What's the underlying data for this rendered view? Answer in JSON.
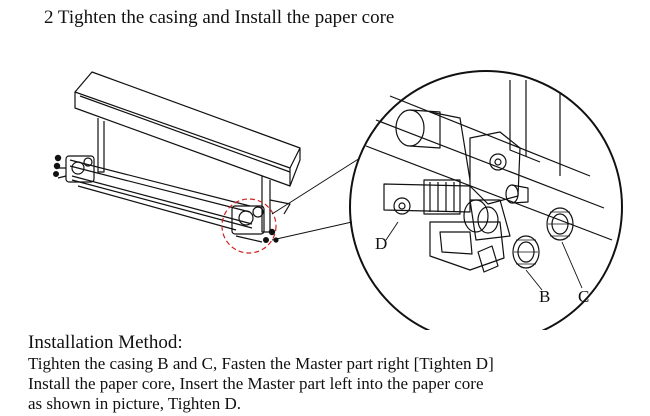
{
  "heading": "2 Tighten the casing and Install the paper core",
  "callouts": {
    "b": "B",
    "c": "C",
    "d": "D"
  },
  "installation": {
    "title": "Installation Method:",
    "lines": [
      "Tighten the casing B and C, Fasten the Master part right [Tighten D]",
      "Install the paper core, Insert the Master part left into the paper core",
      "as shown in picture, Tighten D."
    ]
  },
  "colors": {
    "line": "#111111",
    "highlight_circle": "#d22020"
  }
}
